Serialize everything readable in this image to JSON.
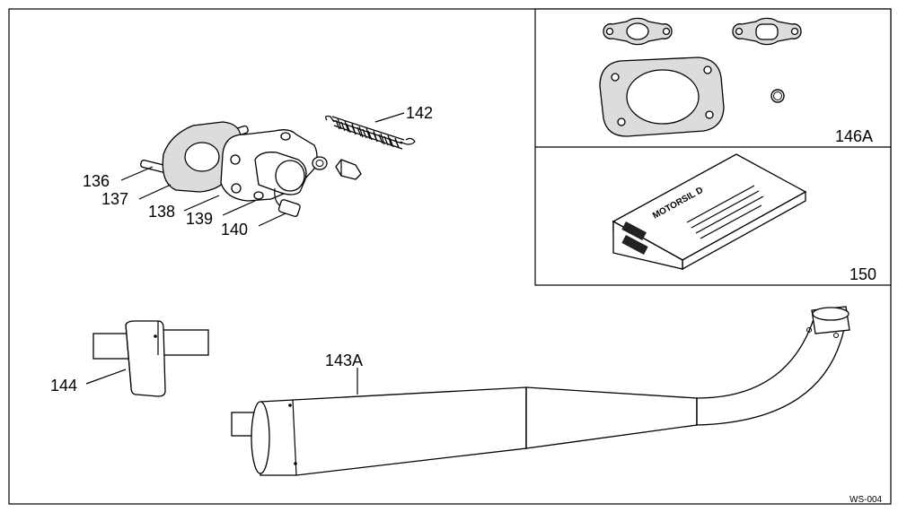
{
  "labels": {
    "p136": "136",
    "p137": "137",
    "p138": "138",
    "p139": "139",
    "p140": "140",
    "p142": "142",
    "p143A": "143A",
    "p144": "144",
    "p146A": "146A",
    "p150": "150"
  },
  "box_text": {
    "brand": "MOTORSIL D"
  },
  "code": "WS-004"
}
